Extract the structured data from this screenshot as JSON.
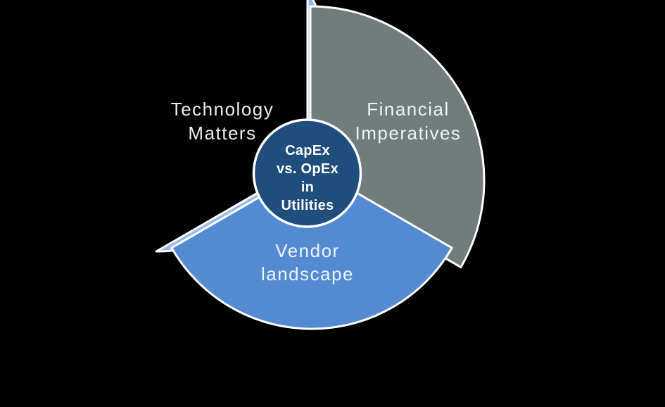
{
  "background_color": "#000000",
  "outline_color": "#FFFFFF",
  "diagram": {
    "type": "segmented-pie-with-center-hub",
    "center_circle": {
      "label_lines": [
        "CapEx",
        "vs. OpEx",
        "in",
        "Utilities"
      ],
      "fill": "#1F4D7C",
      "text_color": "#FFFFFF"
    },
    "slices": [
      {
        "label_lines": [
          "Technology",
          "Matters"
        ],
        "fill": "#98B9E4",
        "position": "top-left"
      },
      {
        "label_lines": [
          "Financial",
          "Imperatives"
        ],
        "fill": "#717C7C",
        "position": "top-right"
      },
      {
        "label_lines": [
          "Vendor",
          "landscape"
        ],
        "fill": "#548AD2",
        "position": "bottom"
      }
    ]
  }
}
